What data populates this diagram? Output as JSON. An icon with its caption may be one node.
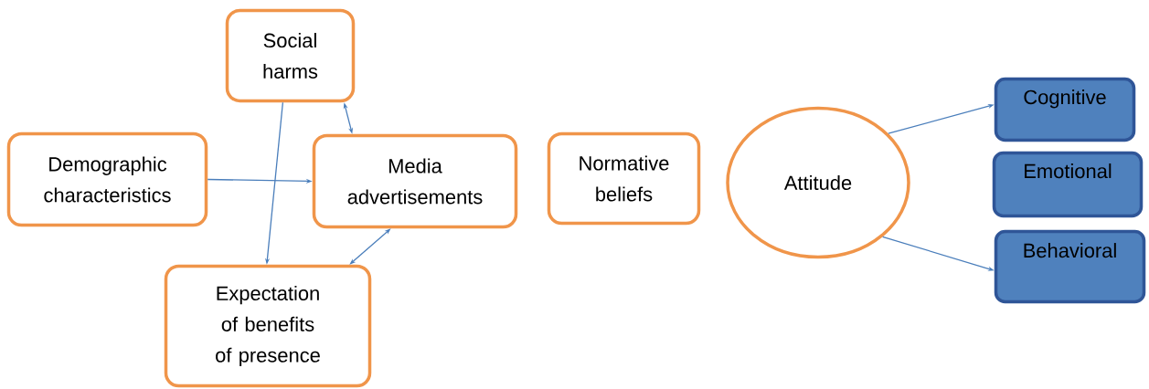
{
  "diagram": {
    "nodes": [
      {
        "text": [
          "Social harms"
        ]
      },
      {
        "text": [
          "Demographic characteristics"
        ]
      },
      {
        "text": [
          "Media advertisements"
        ]
      },
      {
        "text": [
          "Normative beliefs"
        ]
      },
      {
        "text": [
          "Attitude"
        ]
      },
      {
        "text": [
          "Cognitive"
        ]
      },
      {
        "text": [
          "Emotional"
        ]
      },
      {
        "text": [
          "Behavioral"
        ]
      },
      {
        "text": [
          "Expectation of benefits of presence"
        ]
      }
    ],
    "edges": [
      {
        "from": 0,
        "to": 2,
        "arrow": "both"
      },
      {
        "from": 1,
        "to": 2,
        "arrow": "to"
      },
      {
        "from": 0,
        "to": 8,
        "arrow": "to"
      },
      {
        "from": 2,
        "to": 8,
        "arrow": "both"
      },
      {
        "from": 4,
        "to": 5,
        "arrow": "to"
      },
      {
        "from": 4,
        "to": 7,
        "arrow": "to"
      }
    ]
  }
}
